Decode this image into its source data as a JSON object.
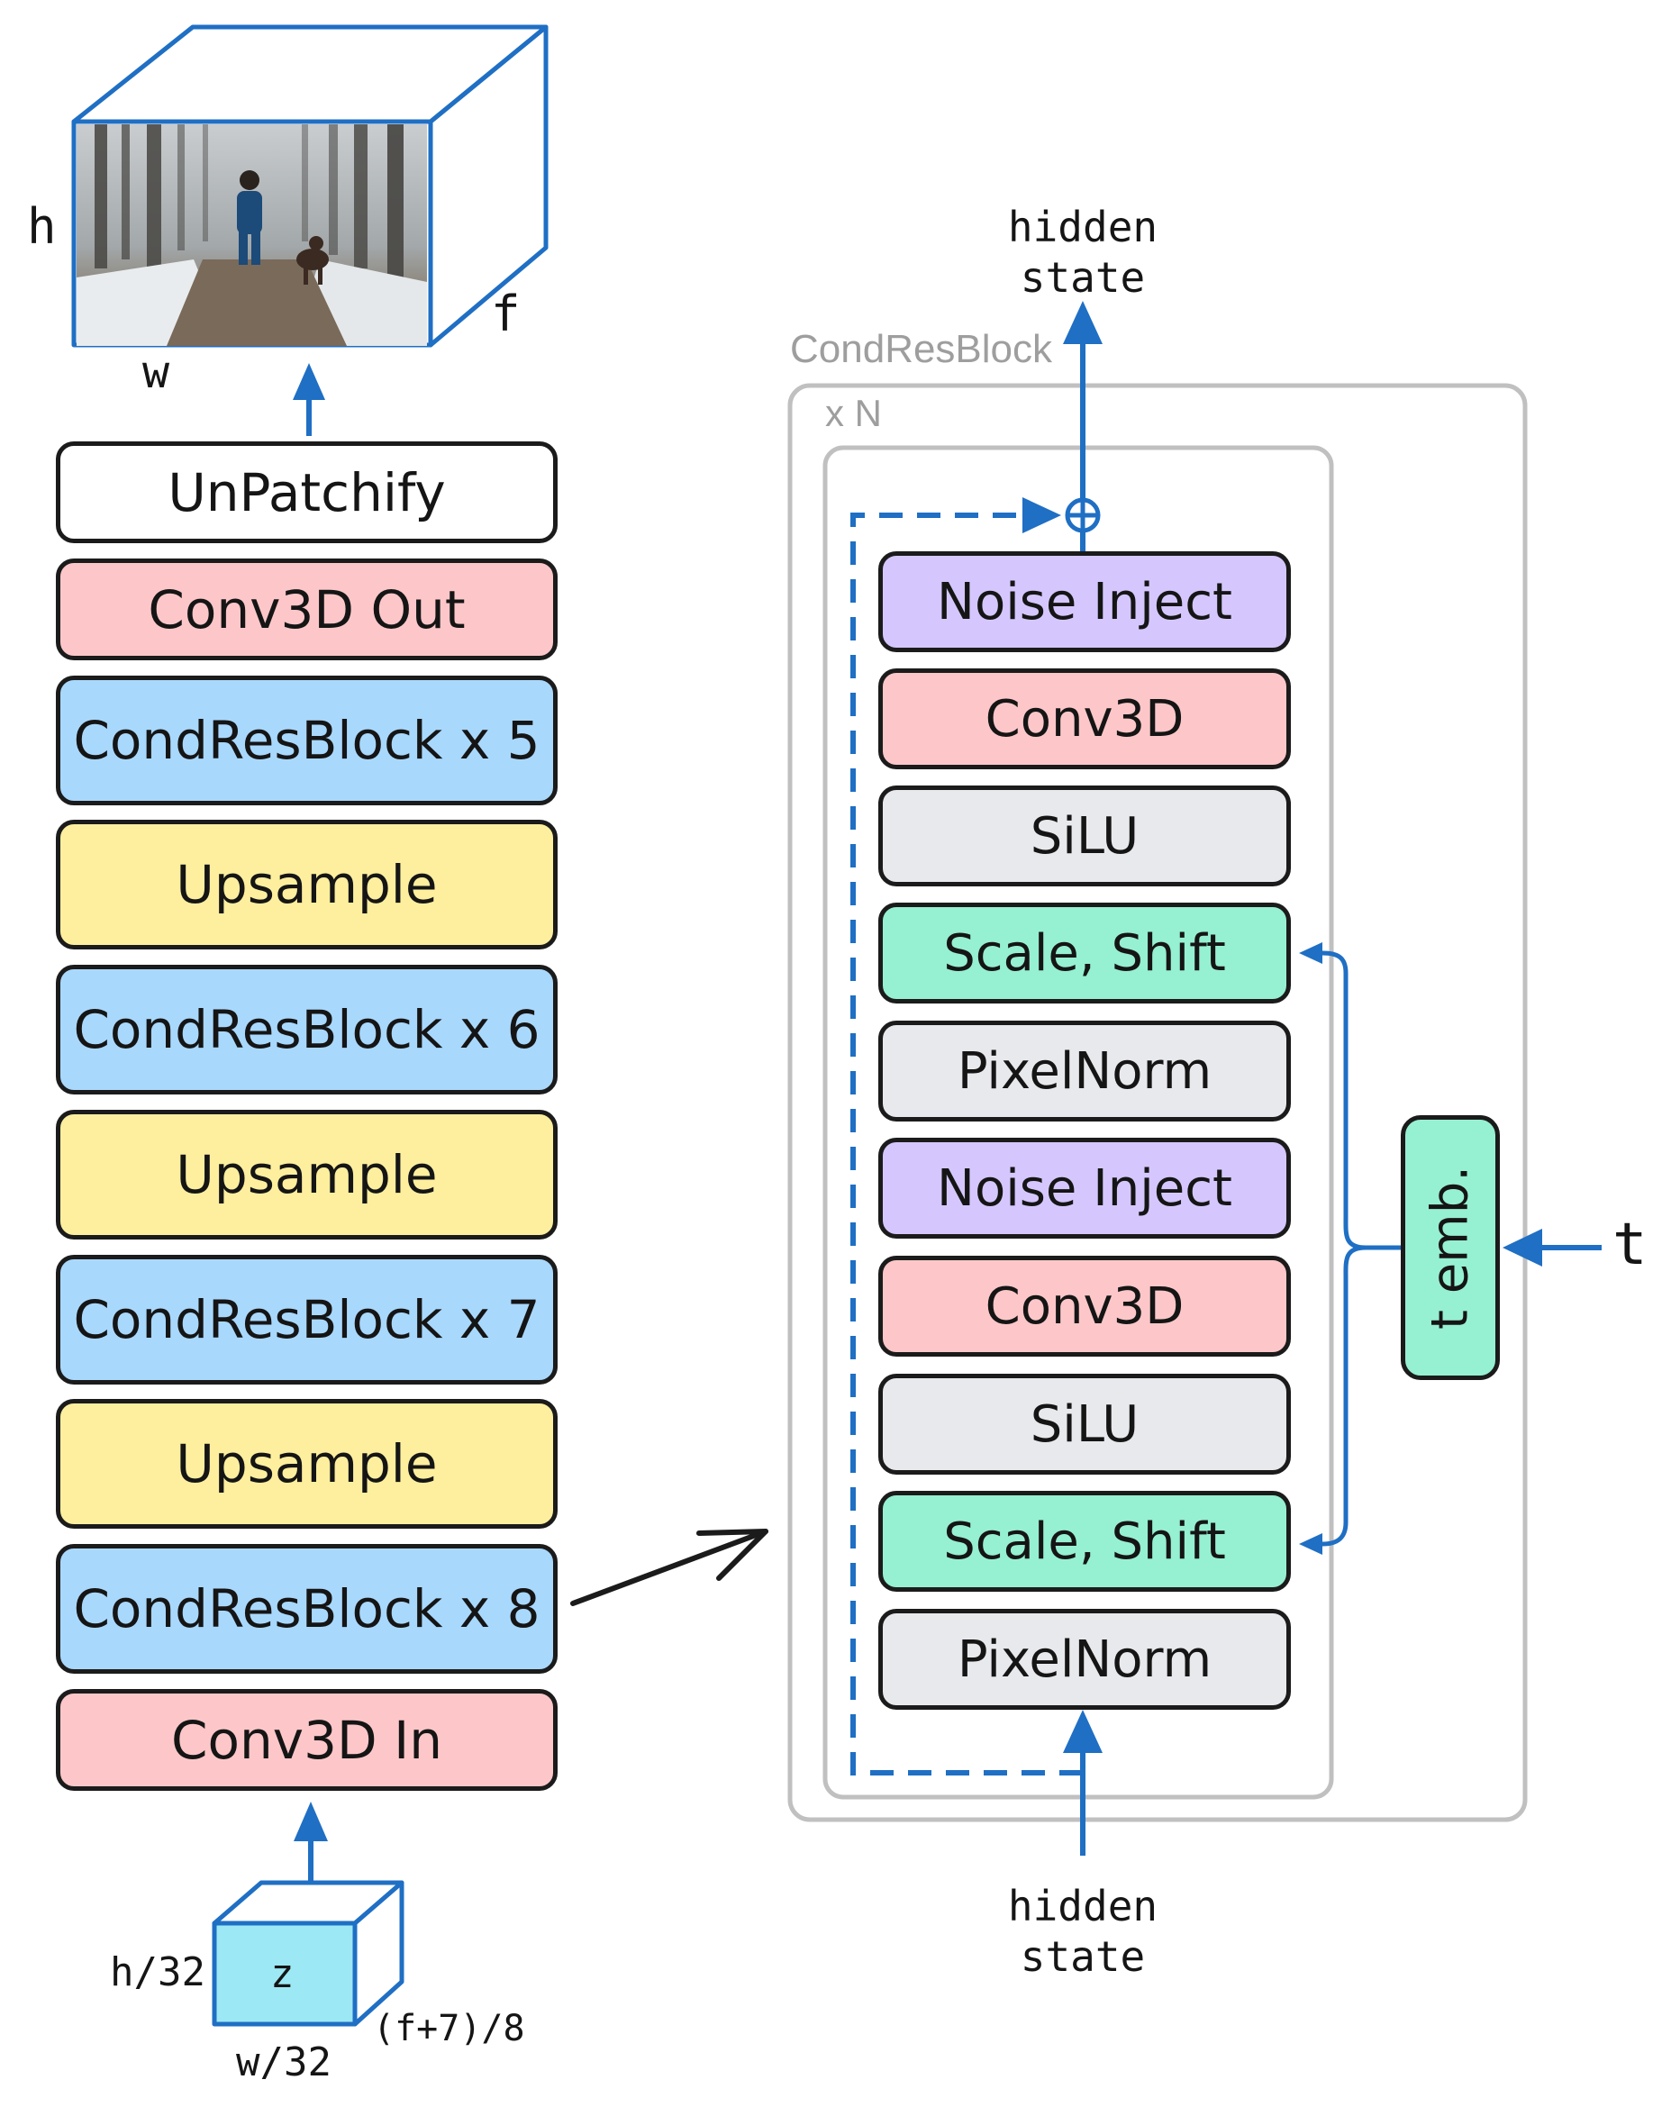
{
  "decoder_stack": [
    {
      "label": "UnPatchify",
      "color": "#ffffff"
    },
    {
      "label": "Conv3D Out",
      "color": "#fdc7c9"
    },
    {
      "label": "CondResBlock x 5",
      "color": "#a9d8fd"
    },
    {
      "label": "Upsample",
      "color": "#fdef9e"
    },
    {
      "label": "CondResBlock x 6",
      "color": "#a9d8fd"
    },
    {
      "label": "Upsample",
      "color": "#fdef9e"
    },
    {
      "label": "CondResBlock x 7",
      "color": "#a9d8fd"
    },
    {
      "label": "Upsample",
      "color": "#fdef9e"
    },
    {
      "label": "CondResBlock x 8",
      "color": "#a9d8fd"
    },
    {
      "label": "Conv3D In",
      "color": "#fdc7c9"
    }
  ],
  "condresblock": {
    "title": "CondResBlock",
    "repeat_label": "x N",
    "layers": [
      {
        "label": "Noise Inject",
        "color": "#d5c7fd"
      },
      {
        "label": "Conv3D",
        "color": "#fdc7c9"
      },
      {
        "label": "SiLU",
        "color": "#e8e9ed"
      },
      {
        "label": "Scale, Shift",
        "color": "#96f0d2"
      },
      {
        "label": "PixelNorm",
        "color": "#e8e9ed"
      },
      {
        "label": "Noise Inject",
        "color": "#d5c7fd"
      },
      {
        "label": "Conv3D",
        "color": "#fdc7c9"
      },
      {
        "label": "SiLU",
        "color": "#e8e9ed"
      },
      {
        "label": "Scale, Shift",
        "color": "#96f0d2"
      },
      {
        "label": "PixelNorm",
        "color": "#e8e9ed"
      }
    ],
    "time_embedding": "t emb.",
    "time_input": "t",
    "output_label_line1": "hidden",
    "output_label_line2": "state",
    "input_label_line1": "hidden",
    "input_label_line2": "state"
  },
  "output_volume": {
    "h": "h",
    "w": "w",
    "f": "f"
  },
  "latent": {
    "label": "z",
    "h": "h/32",
    "w": "w/32",
    "f": "(f+7)/8",
    "color": "#9de8f5"
  },
  "colors": {
    "arrow": "#1f6fc4",
    "border": "#1b1b1b",
    "outline_grey": "#c0c0c0"
  }
}
